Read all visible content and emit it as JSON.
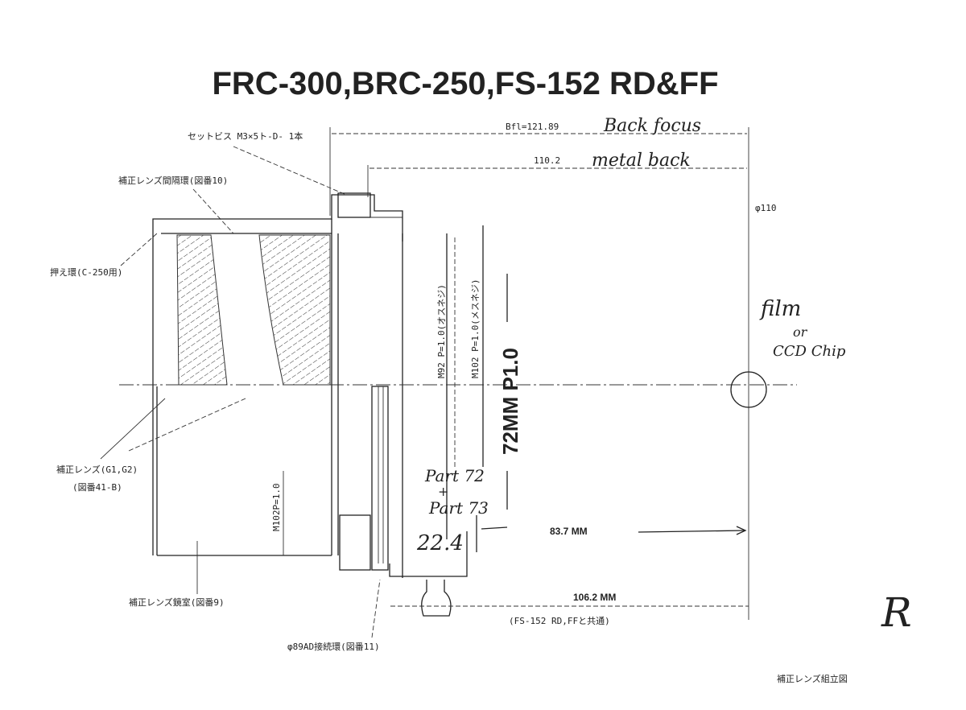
{
  "title": "FRC-300,BRC-250,FS-152 RD&FF",
  "labels": {
    "set_screw": "セットビス M3×5ト-D- 1本",
    "bfl": "Bfl=121.89",
    "back_focus": "Back focus",
    "metal_back_value": "110.2",
    "metal_back": "metal back",
    "spacer_ring": "補正レンズ間隔環(図番10)",
    "phi110": "φ110",
    "retaining_ring": "押え環(C-250用)",
    "m92": "M92 P=1.0(オスネジ)",
    "m102_female": "M102 P=1.0(メスネジ)",
    "thread_72": "72MM P1.0",
    "film": "film",
    "or": "or",
    "ccd": "CCD Chip",
    "corrector_lens": "補正レンズ(G1,G2)",
    "corrector_lens_ref": "(図番41-B)",
    "m102p": "M102P=1.0",
    "part72": "Part 72",
    "plus": "+",
    "part73": "Part 73",
    "dim_22_4": "22.4",
    "dim_83_7": "83.7 MM",
    "dim_106_2": "106.2 MM",
    "common_note": "(FS-152 RD,FFと共通)",
    "lens_cell": "補正レンズ鏡室(図番9)",
    "adapter_ring": "φ89AD接続環(図番11)",
    "drawing_name": "補正レンズ組立図",
    "initial": "R"
  }
}
